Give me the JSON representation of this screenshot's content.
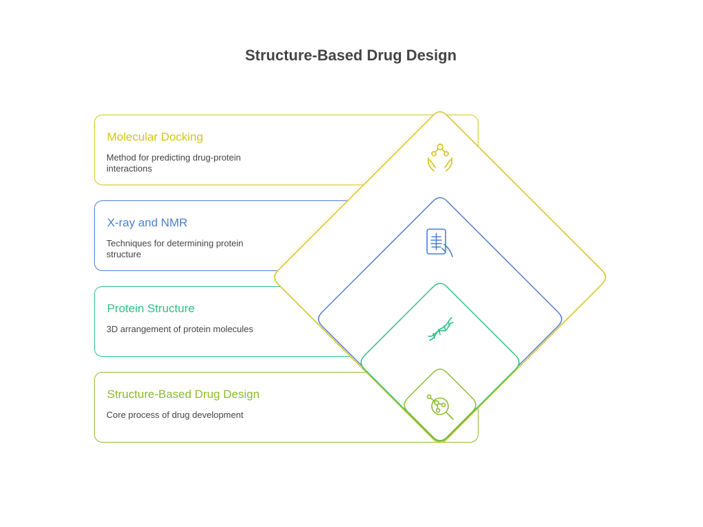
{
  "title": "Structure-Based Drug Design",
  "layers": [
    {
      "title": "Molecular Docking",
      "description": "Method for predicting drug-protein interactions",
      "color": "#d4c21a",
      "icon": "hands-molecule-icon"
    },
    {
      "title": "X-ray and NMR",
      "description": "Techniques for determining protein structure",
      "color": "#4a7fd0",
      "icon": "xray-scan-icon"
    },
    {
      "title": "Protein Structure",
      "description": "3D arrangement of protein molecules",
      "color": "#2cbf82",
      "icon": "helix-icon"
    },
    {
      "title": "Structure-Based Drug Design",
      "description": "Core process of drug development",
      "color": "#8cba2e",
      "icon": "molecule-search-icon"
    }
  ]
}
